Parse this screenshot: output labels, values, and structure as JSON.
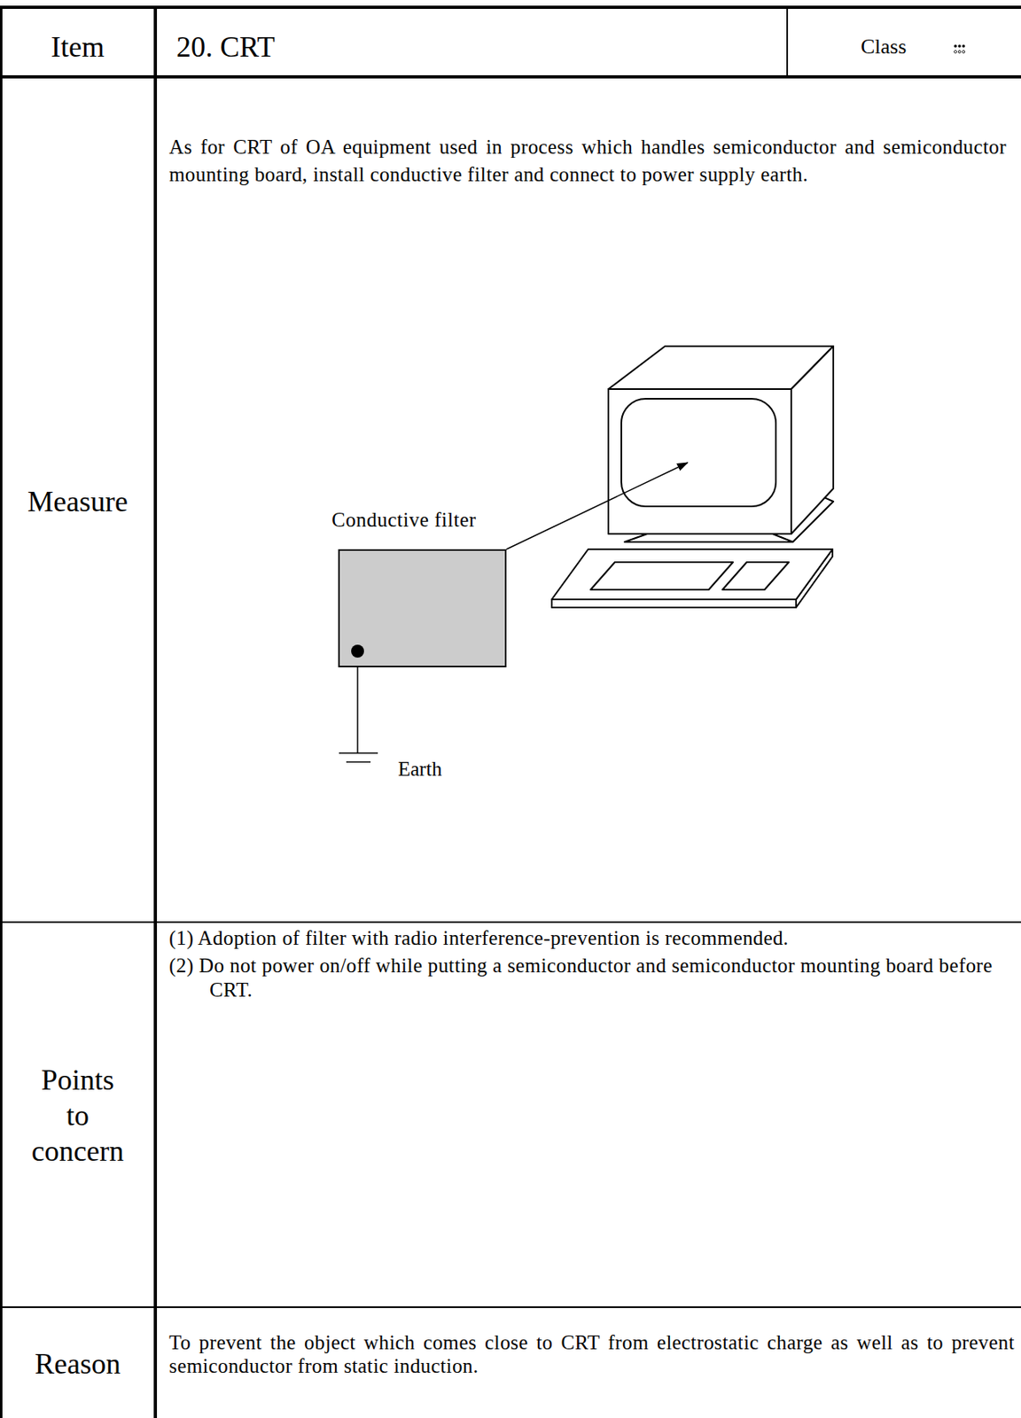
{
  "diagram": {
    "nodes": [
      {
        "text": [
          "Conductive filter"
        ]
      }
    ],
    "labels": [
      "Item",
      "20. CRT",
      "Class",
      "Measure",
      "As for CRT of OA equipment used in process which handles semiconductor and semiconductor mounting board, install conductive filter and connect to power supply earth.",
      "Earth",
      "Points to concern",
      "(1) Adoption of filter with radio interference-prevention is recommended.",
      "(2) Do not power on/off while putting a semiconductor and semiconductor mounting board before CRT.",
      "Reason",
      "To prevent the object which comes close to CRT from electrostatic charge as well as to prevent semiconductor from static induction."
    ]
  }
}
